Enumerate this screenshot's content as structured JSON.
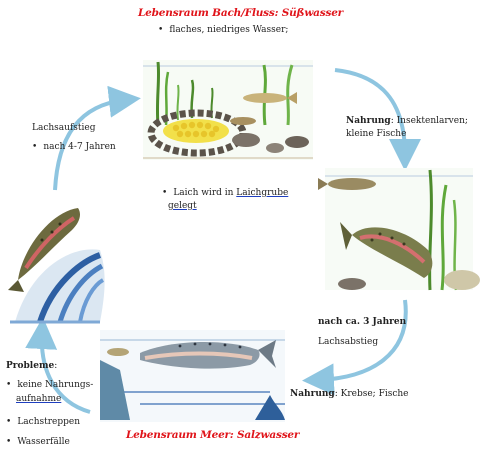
{
  "labels": {
    "habitat_river": "Lebensraum Bach/Fluss: Süßwasser",
    "habitat_river_note": "flaches, niedriges Wasser;",
    "food_river_label": "Nahrung",
    "food_river_line1": ": Insektenlarven;",
    "food_river_line2": "kleine Fische",
    "spawn_line1": "Laich wird in ",
    "spawn_word1": "Laichgrube",
    "spawn_word2": "gelegt",
    "ascent_title": "Lachsaufstieg",
    "ascent_note": "nach 4-7 Jahren",
    "after_years": "nach ca. 3 Jahren",
    "descent": "Lachsabstieg",
    "food_sea_label": "Nahrung",
    "food_sea_text": ": Krebse; Fische",
    "problems_title": "Probleme",
    "problems_colon": ":",
    "problem1_line1": "keine Nahrungs-",
    "problem1_line2": "aufnahme",
    "problem2": "Lachstreppen",
    "problem3": "Wasserfälle",
    "habitat_sea": "Lebensraum Meer: Salzwasser"
  },
  "colors": {
    "title_red": "#e0141a",
    "arrow_blue": "#8ec5e0",
    "underline_blue": "#1f3fbf"
  }
}
